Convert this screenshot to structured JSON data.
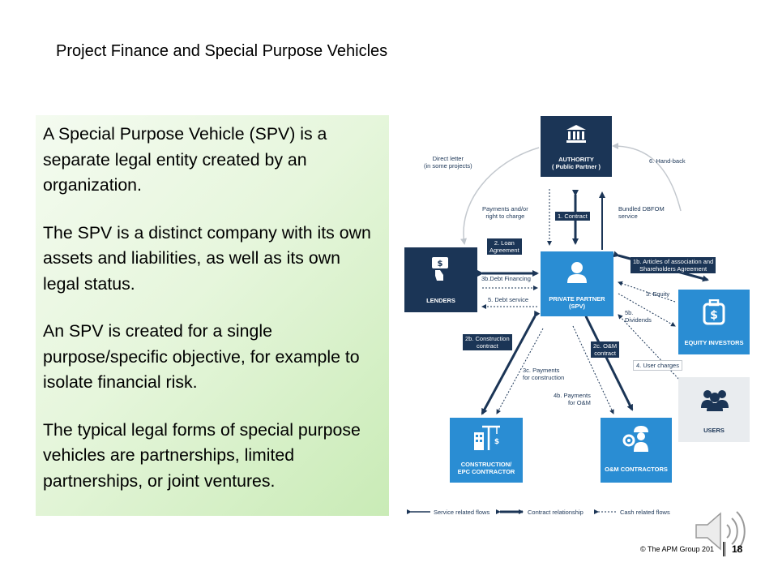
{
  "slide": {
    "title": "Project Finance and Special Purpose Vehicles",
    "paragraphs": [
      "A Special Purpose Vehicle (SPV) is a separate legal entity created by an organization.",
      "The SPV is a distinct company with its own assets and liabilities, as well as its own legal status.",
      "An SPV is created for a single purpose/specific objective, for example to isolate financial risk.",
      "The typical legal forms of special purpose vehicles are partnerships, limited partnerships, or joint ventures."
    ],
    "footer": {
      "copyright": "© The APM Group 201",
      "page": "18"
    }
  },
  "diagram": {
    "colors": {
      "navy": "#1b3556",
      "blue": "#2a8dd3",
      "grey_box": "#e9ecef"
    },
    "nodes": {
      "authority": {
        "label1": "AUTHORITY",
        "label2": "( Public Partner )",
        "icon": "government-building-icon"
      },
      "private_partner": {
        "label1": "PRIVATE PARTNER",
        "label2": "(SPV)",
        "icon": "person-icon"
      },
      "lenders": {
        "label": "LENDERS",
        "icon": "hand-money-icon"
      },
      "equity_investors": {
        "label": "EQUITY INVESTORS",
        "icon": "money-bag-icon"
      },
      "users": {
        "label": "USERS",
        "icon": "group-icon"
      },
      "construction": {
        "label1": "CONSTRUCTION/",
        "label2": "EPC CONTRACTOR",
        "icon": "building-crane-icon"
      },
      "om_contractors": {
        "label": "O&M CONTRACTORS",
        "icon": "worker-gear-icon"
      }
    },
    "tags": {
      "contract": "1. Contract",
      "loan1": "2. Loan",
      "loan2": "Agreement",
      "articles1": "1b. Articles of association and",
      "articles2": "Shareholders Agreement",
      "construction1": "2b. Construction",
      "construction2": "contract",
      "om1": "2c. O&M",
      "om2": "contract"
    },
    "notes": {
      "direct1": "Direct letter",
      "direct2": "(in some projects)",
      "payments1": "Payments and/or",
      "payments2": "right to charge",
      "bundled1": "Bundled DBFOM",
      "bundled2": "service",
      "handback": "6. Hand-back",
      "debt_financing": "3b.Debt Financing",
      "debt_service": "5. Debt service",
      "equity": "3. Equity",
      "dividends1": "5b.",
      "dividends2": "Dividends",
      "user_charges": "4. User charges",
      "pay_construction1": "3c. Payments",
      "pay_construction2": "for construction",
      "pay_om1": "4b. Payments",
      "pay_om2": "for O&M"
    },
    "legend": {
      "service": "Service related flows",
      "contract": "Contract relationship",
      "cash": "Cash related flows"
    }
  }
}
